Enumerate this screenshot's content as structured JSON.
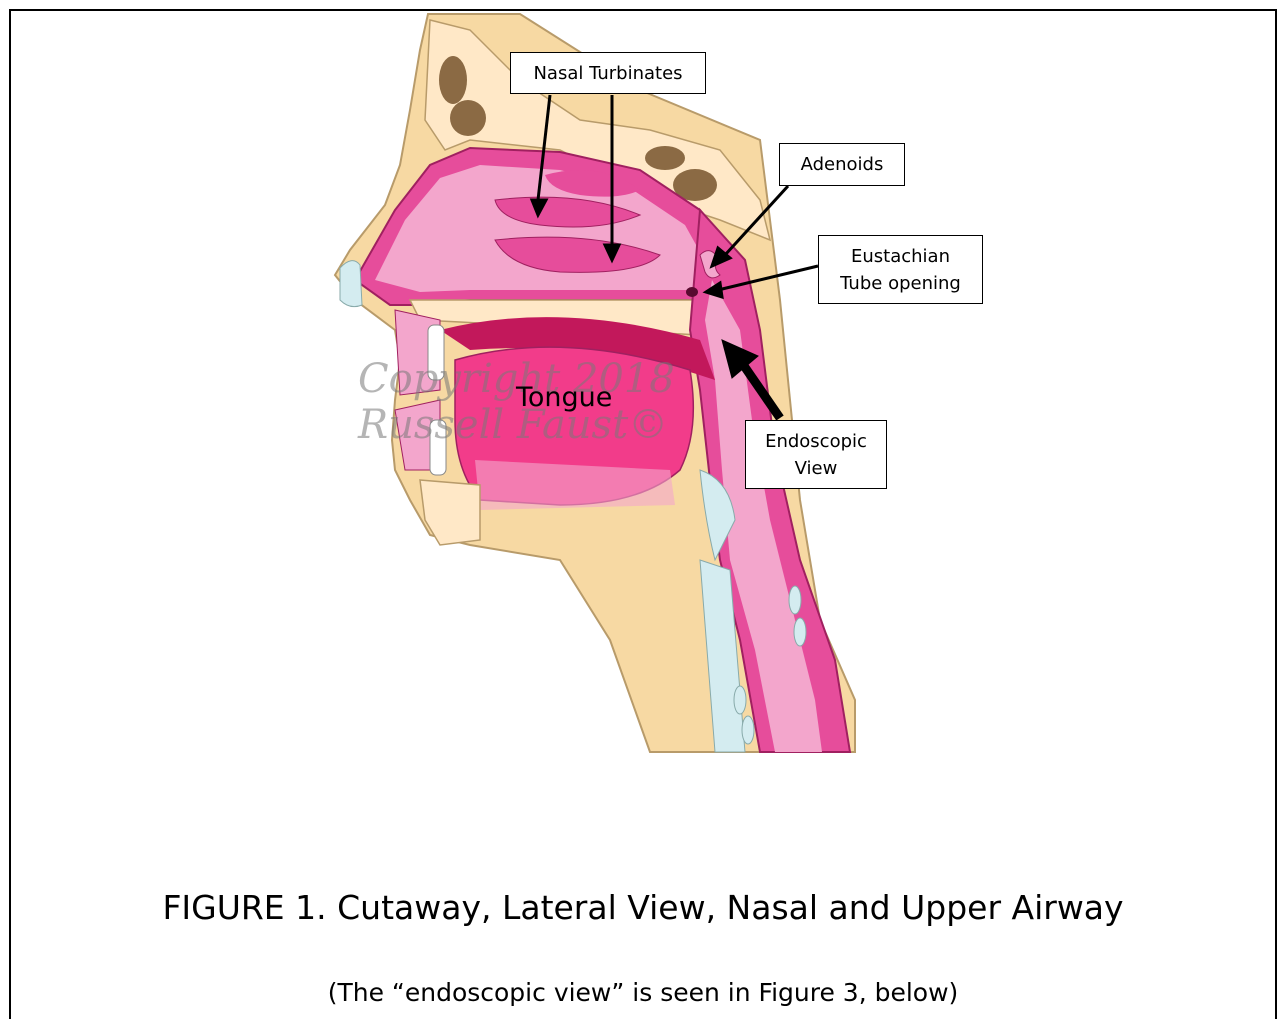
{
  "labels": {
    "nasal_turbinates": "Nasal Turbinates",
    "adenoids": "Adenoids",
    "eustachian": "Eustachian\nTube opening",
    "endoscopic": "Endoscopic\nView",
    "tongue": "Tongue"
  },
  "watermark": {
    "line1": "Copyright 2018",
    "line2": "Russell Faust©"
  },
  "caption": "FIGURE 1. Cutaway, Lateral View, Nasal and Upper Airway",
  "subcaption": "(The “endoscopic view” is seen in Figure 3, below)",
  "colors": {
    "skin": "#f7d9a3",
    "bone": "#ffe8c7",
    "bone_dark": "#8b6a44",
    "mucosa": "#e64d9b",
    "mucosa_light": "#f3a6cc",
    "tongue": "#f23c8a",
    "cartilage": "#d4ecf0"
  }
}
